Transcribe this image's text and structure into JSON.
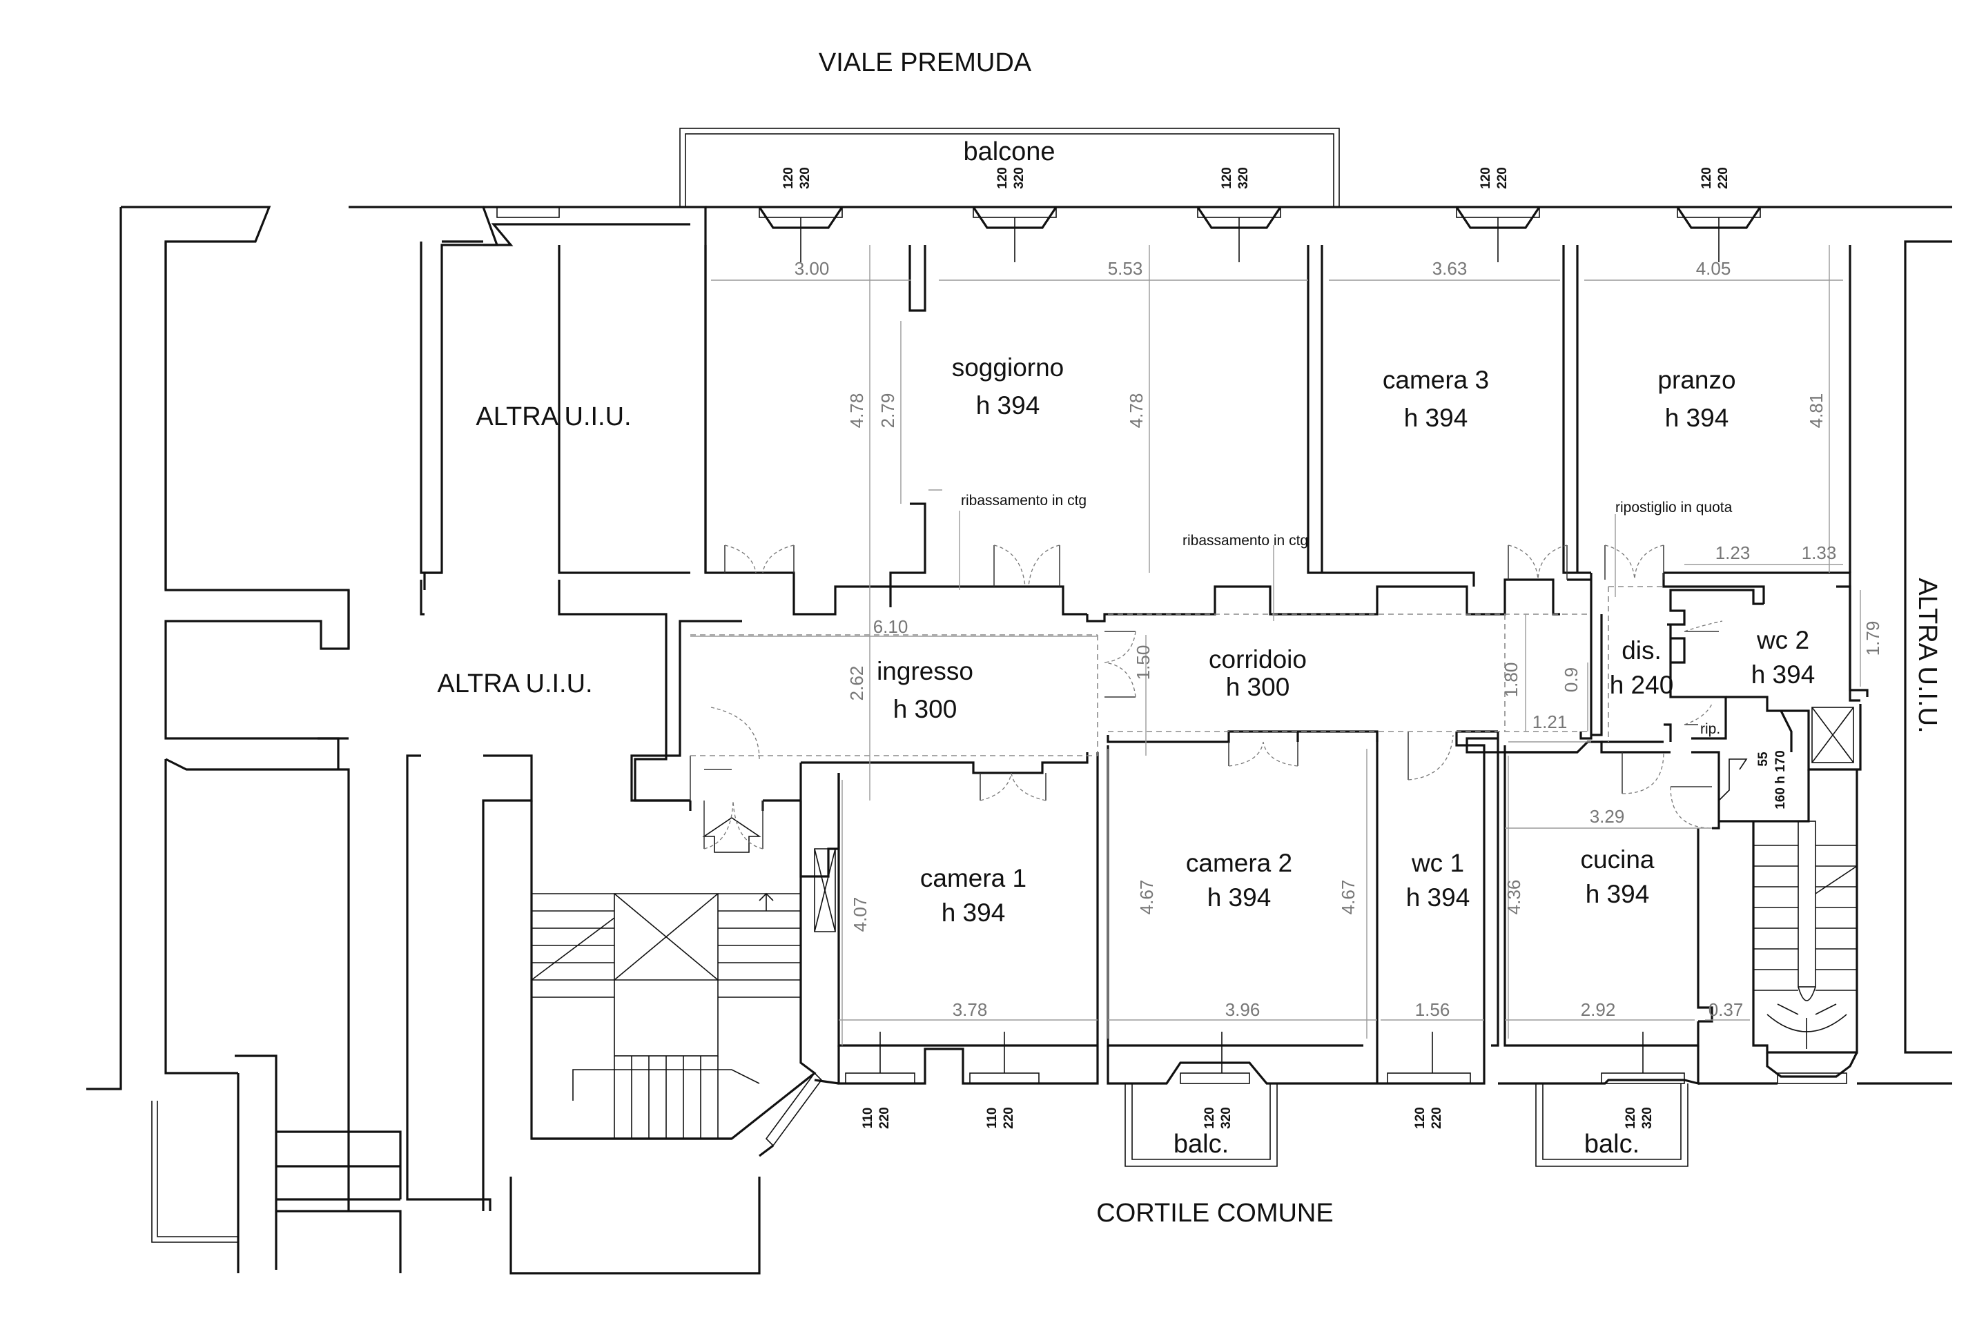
{
  "streets": {
    "top": "VIALE PREMUDA",
    "bottom": "CORTILE COMUNE"
  },
  "balconies": {
    "top": "balcone",
    "bottom_left": "balc.",
    "bottom_right": "balc."
  },
  "others": {
    "left_top": "ALTRA U.I.U.",
    "left_mid": "ALTRA U.I.U.",
    "right": "ALTRA U.I.U."
  },
  "rooms": [
    {
      "id": "soggiorno",
      "name": "soggiorno",
      "height": "h 394"
    },
    {
      "id": "camera3",
      "name": "camera 3",
      "height": "h 394"
    },
    {
      "id": "pranzo",
      "name": "pranzo",
      "height": "h 394"
    },
    {
      "id": "ingresso",
      "name": "ingresso",
      "height": "h 300"
    },
    {
      "id": "corridoio",
      "name": "corridoio",
      "height": "h 300"
    },
    {
      "id": "dis",
      "name": "dis.",
      "height": "h 240"
    },
    {
      "id": "wc2",
      "name": "wc 2",
      "height": "h 394"
    },
    {
      "id": "camera1",
      "name": "camera 1",
      "height": "h 394"
    },
    {
      "id": "camera2",
      "name": "camera 2",
      "height": "h 394"
    },
    {
      "id": "wc1",
      "name": "wc 1",
      "height": "h 394"
    },
    {
      "id": "cucina",
      "name": "cucina",
      "height": "h 394"
    }
  ],
  "notes": {
    "ribassamento_1": "ribassamento in ctg",
    "ribassamento_2": "ribassamento in ctg",
    "ripostiglio": "ripostiglio in quota",
    "rip": "rip."
  },
  "dimensions": {
    "soggiorno_w1": "3.00",
    "soggiorno_w2": "5.53",
    "camera3_w": "3.63",
    "pranzo_w": "4.05",
    "soggiorno_h1": "4.78",
    "soggiorno_h2": "2.79",
    "soggiorno_h3": "4.78",
    "pranzo_h": "4.81",
    "rip_w1": "1.23",
    "rip_w2": "1.33",
    "wc2_h": "1.79",
    "ingresso_w": "6.10",
    "ingresso_h": "2.62",
    "corr_h1": "1.50",
    "corr_h2": "1.80",
    "corr_h3": "0.9",
    "corr_w": "1.21",
    "cucina_w": "3.29",
    "camera1_h": "4.07",
    "camera2_h1": "4.67",
    "camera2_h2": "4.67",
    "cucina_h": "4.36",
    "camera1_w": "3.78",
    "camera2_w": "3.96",
    "wc1_w": "1.56",
    "cucina_w2": "2.92",
    "small_w": "0.37",
    "rip_h1": "55",
    "rip_h2": "160 h 170"
  },
  "windows": {
    "top_1": [
      "120",
      "320"
    ],
    "top_2": [
      "120",
      "320"
    ],
    "top_3": [
      "120",
      "320"
    ],
    "top_4": [
      "120",
      "220"
    ],
    "top_5": [
      "120",
      "220"
    ],
    "bottom_1": [
      "110",
      "220"
    ],
    "bottom_2": [
      "110",
      "220"
    ],
    "bottom_3": [
      "120",
      "320"
    ],
    "bottom_4": [
      "120",
      "220"
    ],
    "bottom_5": [
      "120",
      "320"
    ]
  }
}
